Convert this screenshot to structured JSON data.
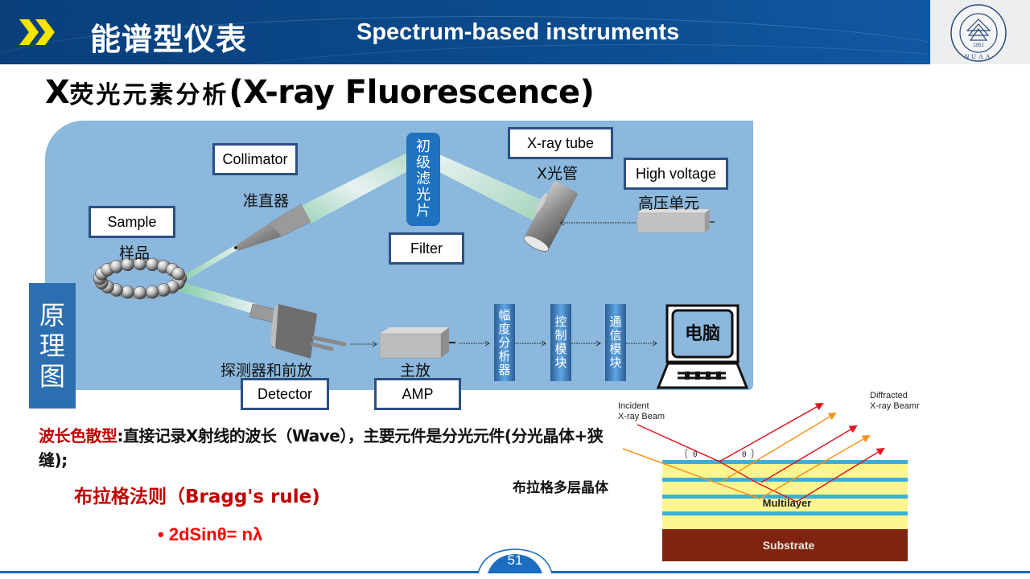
{
  "header": {
    "title_cn": "能谱型仪表",
    "title_en": "Spectrum-based instruments",
    "logo": {
      "year": "1952",
      "text": "NUAA",
      "icon": "university-seal-icon"
    }
  },
  "section": {
    "title_prefix": "X",
    "title_cn": "荧光元素分析",
    "title_en": "(X-ray Fluorescence)"
  },
  "diagram": {
    "side_label": [
      "原",
      "理",
      "图"
    ],
    "components": {
      "sample": {
        "en": "Sample",
        "cn": "样品"
      },
      "collimator": {
        "en": "Collimator",
        "cn": "准直器"
      },
      "filter": {
        "en": "Filter",
        "cn": [
          "初",
          "级",
          "滤",
          "光",
          "片"
        ]
      },
      "xray_tube": {
        "en": "X-ray tube",
        "cn": "X光管"
      },
      "high_voltage": {
        "en": "High voltage",
        "cn": "高压单元"
      },
      "detector": {
        "en": "Detector",
        "cn": "探测器和前放"
      },
      "amp": {
        "en": "AMP",
        "cn": "主放"
      },
      "pulse_analyzer": {
        "cn": [
          "幅",
          "度",
          "分",
          "析",
          "器"
        ]
      },
      "control_module": {
        "cn": [
          "控",
          "制",
          "模",
          "块"
        ]
      },
      "comm_module": {
        "cn": [
          "通",
          "信",
          "模",
          "块"
        ]
      },
      "computer": {
        "cn": "电脑"
      }
    }
  },
  "text": {
    "wave_type": "波长色散型",
    "wave_desc": ":直接记录X射线的波长（Wave），主要元件是分光元件(分光晶体+狭缝);",
    "bragg_title": "布拉格法则（Bragg's rule)",
    "formula_bullet": "•",
    "formula": "2dSinθ= nλ",
    "crystal_label": "布拉格多层晶体"
  },
  "bragg_figure": {
    "incident_label": [
      "Incident",
      "X-ray Beam"
    ],
    "diffracted_label": [
      "Diffracted",
      "X-ray Beamr"
    ],
    "theta": "θ",
    "multilayer": "Multilayer",
    "substrate": "Substrate",
    "colors": {
      "red_ray": "#e0161e",
      "orange_ray": "#f7941d",
      "layer_blue": "#3ab0d8",
      "layer_yellow": "#fdf68f",
      "substrate": "#7f2410"
    }
  },
  "footer": {
    "page_number": "51"
  },
  "colors": {
    "header_blue": "#0b4a8c",
    "accent_yellow": "#f5e400",
    "panel_blue": "#8bb8dc",
    "title_red": "#c00000",
    "formula_red": "#ff0000"
  }
}
